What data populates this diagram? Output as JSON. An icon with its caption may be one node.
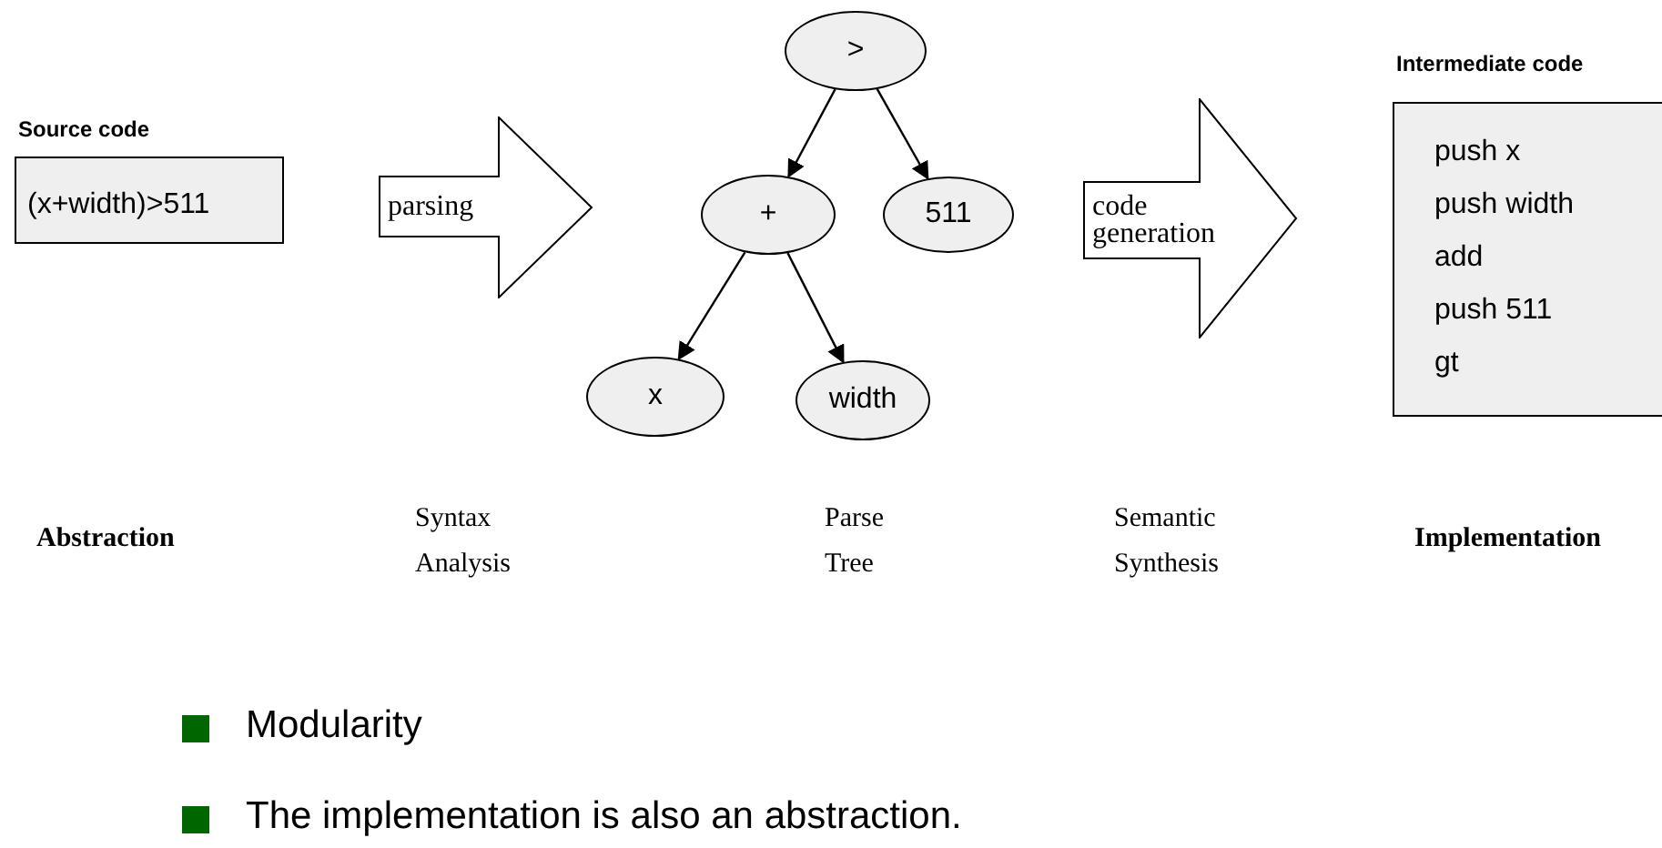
{
  "diagram": {
    "nodes": [
      {
        "text": [
          "Source code",
          "(x+width)>511"
        ]
      },
      {
        "text": [
          "parsing"
        ]
      },
      {
        "text": [
          ">"
        ]
      },
      {
        "text": [
          "+"
        ]
      },
      {
        "text": [
          "511"
        ]
      },
      {
        "text": [
          "x"
        ]
      },
      {
        "text": [
          "width"
        ]
      },
      {
        "text": [
          "code generation"
        ]
      },
      {
        "text": [
          "Intermediate code",
          "push x",
          "push width",
          "add",
          "push 511",
          "gt"
        ]
      }
    ],
    "edges": [
      {
        "from": 2,
        "to": 3,
        "arrow": "to"
      },
      {
        "from": 2,
        "to": 4,
        "arrow": "to"
      },
      {
        "from": 3,
        "to": 5,
        "arrow": "to"
      },
      {
        "from": 3,
        "to": 6,
        "arrow": "to"
      }
    ],
    "labels": [
      "Abstraction",
      "Syntax Analysis",
      "Parse Tree",
      "Semantic Synthesis",
      "Implementation",
      "Modularity",
      "The implementation is also an abstraction."
    ]
  }
}
